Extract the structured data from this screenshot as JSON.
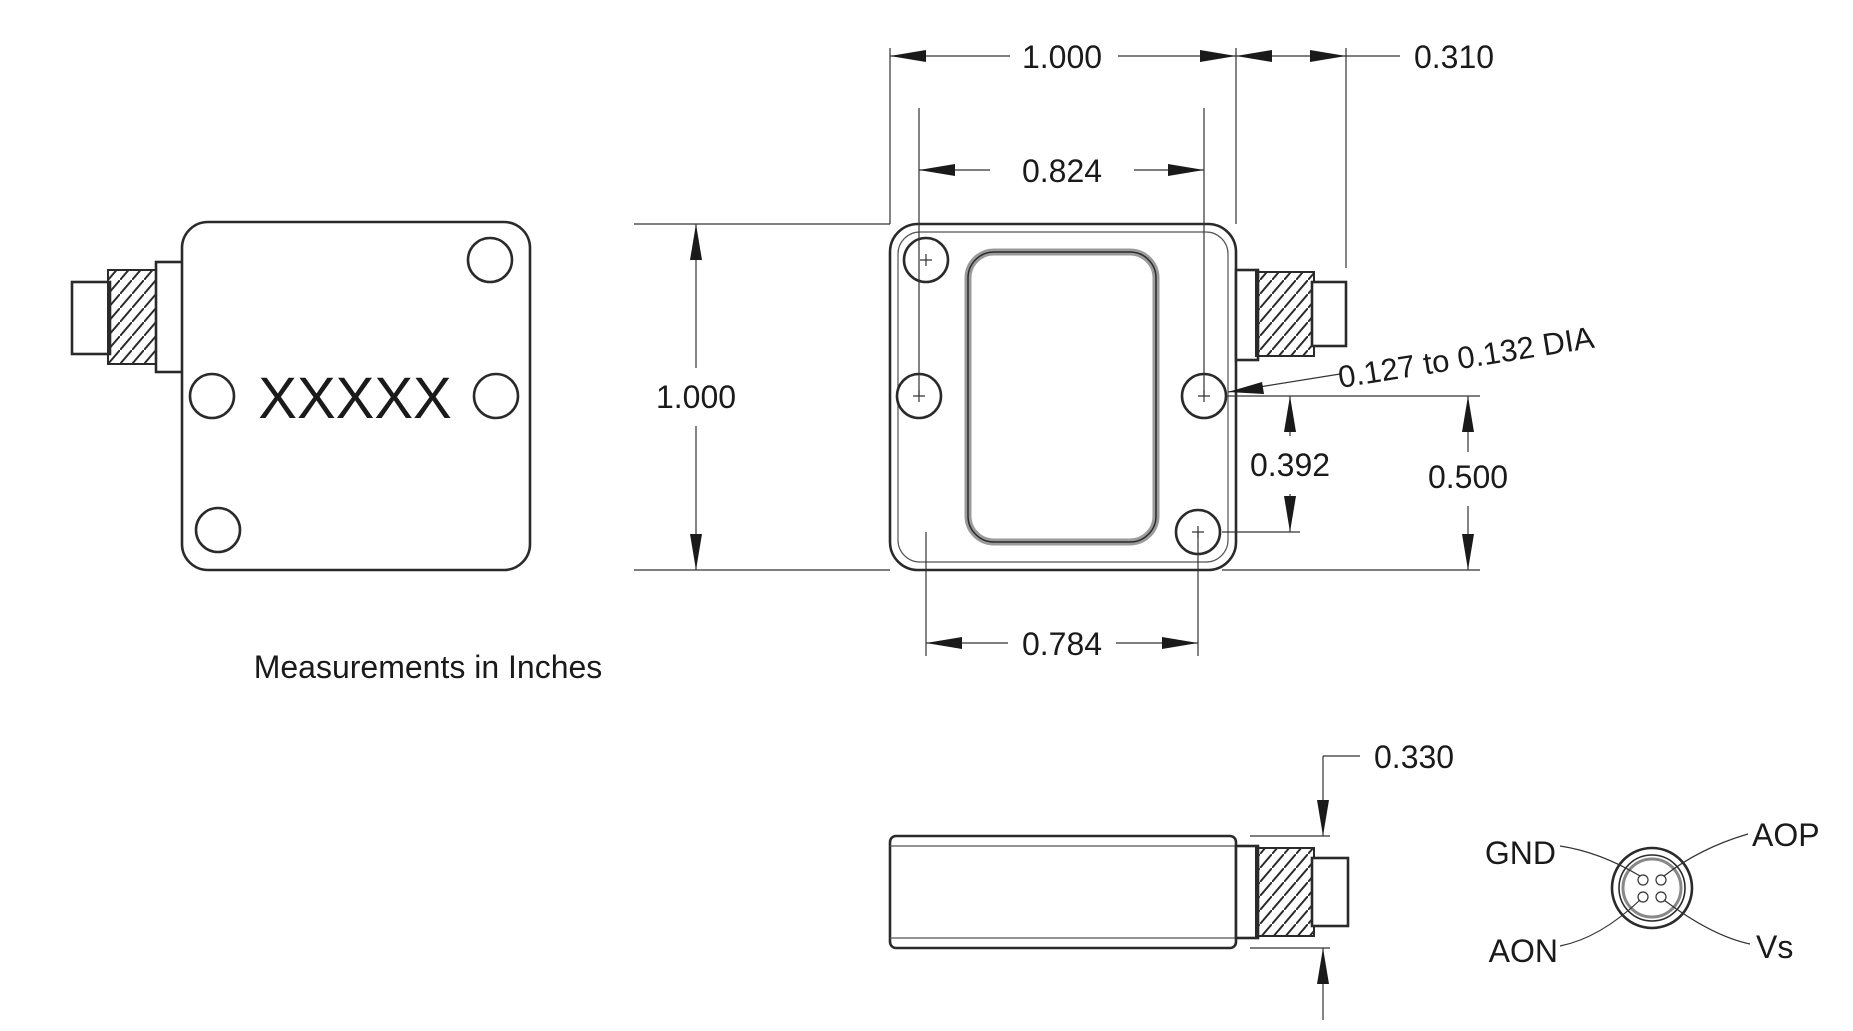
{
  "colors": {
    "ink": "#1a1a1a",
    "paper": "#ffffff",
    "window_frame": "#9a9a9a"
  },
  "front_view": {
    "part_marking": "XXXXX"
  },
  "note": "Measurements in Inches",
  "dimensions": {
    "overall_width": "1.000",
    "connector_length": "0.310",
    "outer_hole_spacing": "0.824",
    "overall_height": "1.000",
    "hole_diameter": "0.127 to 0.132 DIA",
    "hole_offset": "0.392",
    "half_height": "0.500",
    "inner_hole_spacing": "0.784",
    "thickness": "0.330"
  },
  "connector_pinout": {
    "pins": [
      {
        "label": "GND"
      },
      {
        "label": "AOP"
      },
      {
        "label": "AON"
      },
      {
        "label": "Vs"
      }
    ]
  }
}
